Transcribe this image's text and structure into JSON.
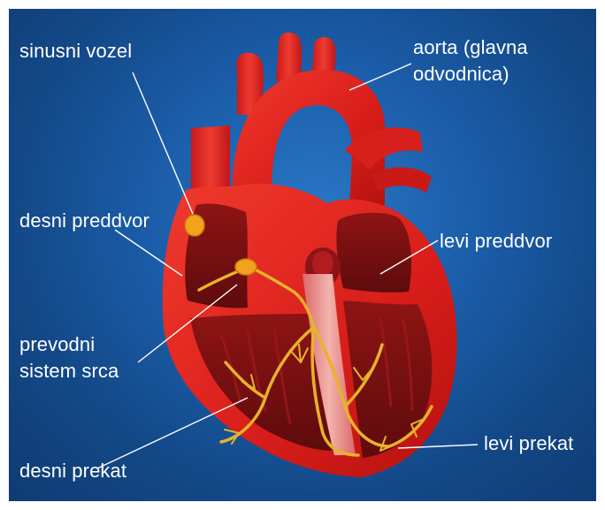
{
  "labels": {
    "sinus_node": "sinusni vozel",
    "aorta_line1": "aorta (glavna",
    "aorta_line2": "odvodnica)",
    "right_atrium": "desni preddvor",
    "left_atrium": "levi preddvor",
    "conduction_line1": "prevodni",
    "conduction_line2": "sistem srca",
    "right_ventricle": "desni prekat",
    "left_ventricle": "levi prekat"
  },
  "colors": {
    "background": "#1b5da9",
    "heart_red": "#e0201c",
    "heart_dark": "#7d0f12",
    "conduction_yellow": "#e8b22a",
    "node_orange": "#f3a21b",
    "label_text": "#ffffff"
  }
}
